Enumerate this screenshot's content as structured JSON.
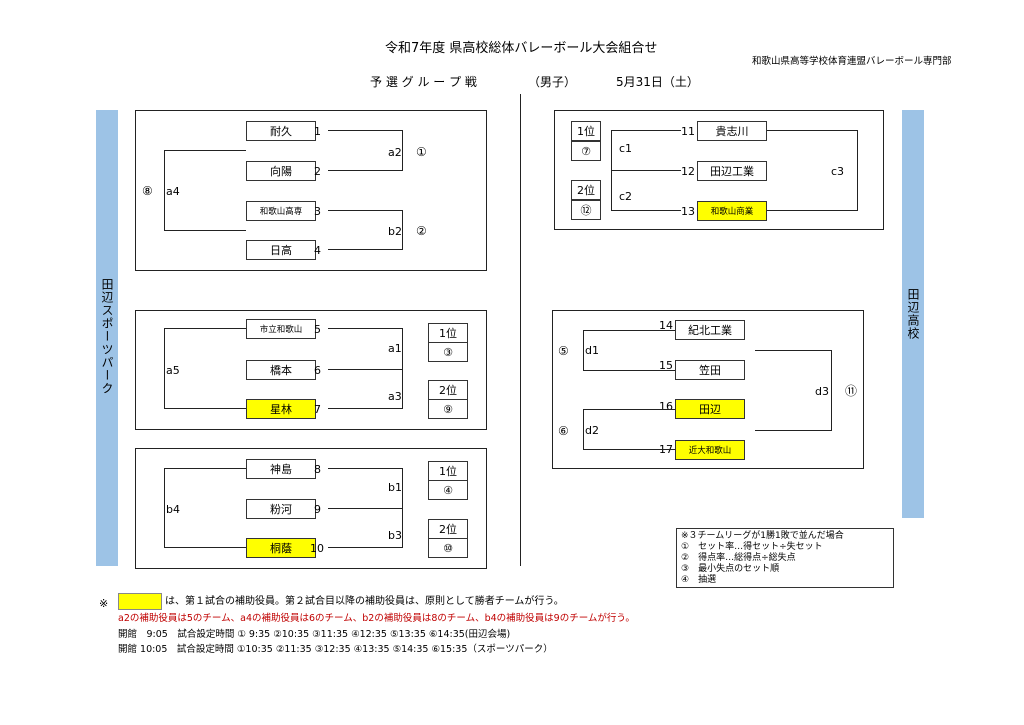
{
  "header": {
    "title": "令和7年度 県高校総体バレーボール大会組合せ",
    "org": "和歌山県高等学校体育連盟バレーボール専門部",
    "subtitle": "予 選 グ ル ー プ 戦",
    "gender": "（男子）",
    "date": "5月31日（土）"
  },
  "venues": {
    "left": "田辺スポーツパーク",
    "right": "田辺高校"
  },
  "group_a": {
    "teams": [
      {
        "no": "1",
        "name": "耐久"
      },
      {
        "no": "2",
        "name": "向陽"
      },
      {
        "no": "3",
        "name": "和歌山高専"
      },
      {
        "no": "4",
        "name": "日高"
      }
    ],
    "labels": {
      "a2": "a2",
      "b2": "b2",
      "a4": "a4",
      "m1": "①",
      "m2": "②",
      "m8": "⑧"
    }
  },
  "group_b": {
    "teams": [
      {
        "no": "5",
        "name": "市立和歌山"
      },
      {
        "no": "6",
        "name": "橋本"
      },
      {
        "no": "7",
        "name": "星林"
      }
    ],
    "labels": {
      "a1": "a1",
      "a3": "a3",
      "a5": "a5",
      "r1": "1位",
      "r1m": "③",
      "r2": "2位",
      "r2m": "⑨"
    }
  },
  "group_c": {
    "teams": [
      {
        "no": "8",
        "name": "神島"
      },
      {
        "no": "9",
        "name": "粉河"
      },
      {
        "no": "10",
        "name": "桐蔭"
      }
    ],
    "labels": {
      "b1": "b1",
      "b3": "b3",
      "b4": "b4",
      "r1": "1位",
      "r1m": "④",
      "r2": "2位",
      "r2m": "⑩"
    }
  },
  "group_d": {
    "teams": [
      {
        "no": "11",
        "name": "貴志川"
      },
      {
        "no": "12",
        "name": "田辺工業"
      },
      {
        "no": "13",
        "name": "和歌山商業"
      }
    ],
    "labels": {
      "c1": "c1",
      "c2": "c2",
      "c3": "c3",
      "r1": "1位",
      "r1m": "⑦",
      "r2": "2位",
      "r2m": "⑫"
    }
  },
  "group_e": {
    "teams": [
      {
        "no": "14",
        "name": "紀北工業"
      },
      {
        "no": "15",
        "name": "笠田"
      },
      {
        "no": "16",
        "name": "田辺"
      },
      {
        "no": "17",
        "name": "近大和歌山"
      }
    ],
    "labels": {
      "d1": "d1",
      "d2": "d2",
      "d3": "d3",
      "m5": "⑤",
      "m6": "⑥",
      "m11": "⑪"
    }
  },
  "tiebreak": [
    "※３チームリーグが1勝1敗で並んだ場合",
    "①　セット率…得セット÷失セット",
    "②　得点率…総得点÷総失点",
    "③　最小失点のセット順",
    "④　抽選"
  ],
  "notes": {
    "mark": "※",
    "note1": "は、第１試合の補助役員。第２試合目以降の補助役員は、原則として勝者チームが行う。",
    "note2": "a2の補助役員は5のチーム、a4の補助役員は6のチーム、b2の補助役員は8のチーム、b4の補助役員は9のチームが行う。",
    "note3": "開館　9:05　試合設定時間 ① 9:35 ②10:35 ③11:35 ④12:35 ⑤13:35 ⑥14:35(田辺会場)",
    "note4": "開館 10:05　試合設定時間 ①10:35 ②11:35 ③12:35 ④13:35 ⑤14:35 ⑥15:35（スポーツパーク）"
  },
  "colors": {
    "highlight": "#ffff00",
    "band": "#9dc3e6",
    "note_red": "#c00000"
  }
}
